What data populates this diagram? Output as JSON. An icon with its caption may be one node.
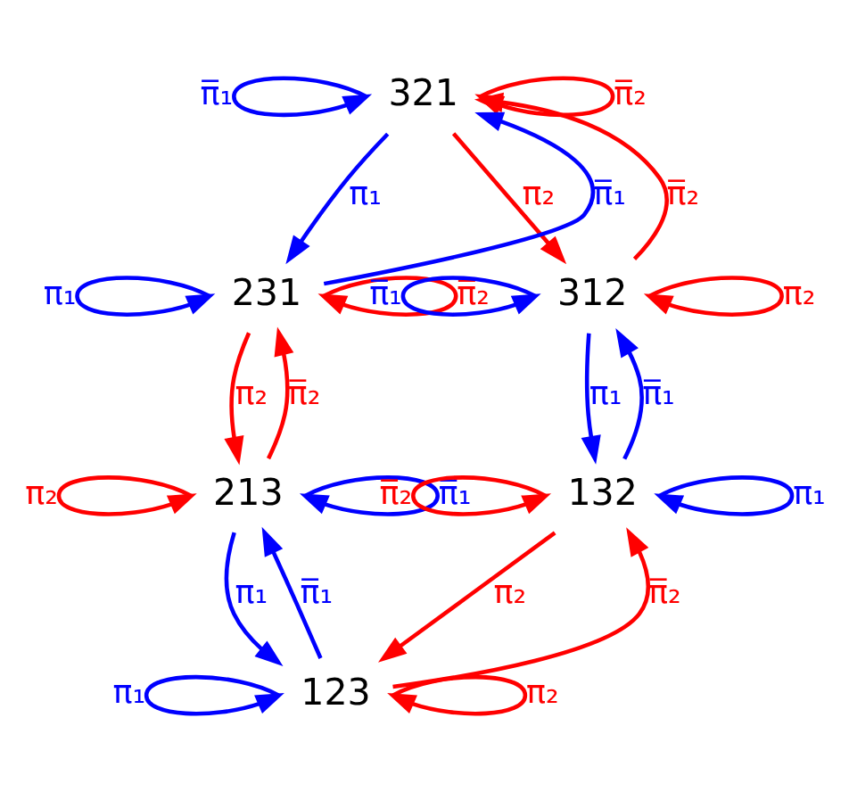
{
  "diagram": {
    "nodes": [
      {
        "text": [
          "321"
        ]
      },
      {
        "text": [
          "231"
        ]
      },
      {
        "text": [
          "312"
        ]
      },
      {
        "text": [
          "213"
        ]
      },
      {
        "text": [
          "132"
        ]
      },
      {
        "text": [
          "123"
        ]
      }
    ],
    "edges": [
      {
        "from": 0,
        "to": 0,
        "arrow": "to",
        "label": "π̅₁",
        "color": "#0000ff"
      },
      {
        "from": 0,
        "to": 0,
        "arrow": "to",
        "label": "π̅₂",
        "color": "#ff0000"
      },
      {
        "from": 0,
        "to": 1,
        "arrow": "to",
        "label": "π₁",
        "color": "#0000ff"
      },
      {
        "from": 1,
        "to": 0,
        "arrow": "to",
        "label": "π̅₁",
        "color": "#0000ff"
      },
      {
        "from": 2,
        "to": 0,
        "arrow": "to",
        "label": "π̅₂",
        "color": "#ff0000"
      },
      {
        "from": 0,
        "to": 2,
        "arrow": "to",
        "label": "π₂",
        "color": "#ff0000"
      },
      {
        "from": 1,
        "to": 1,
        "arrow": "to",
        "label": "π₁",
        "color": "#0000ff"
      },
      {
        "from": 1,
        "to": 1,
        "arrow": "to",
        "label": "π̅₂",
        "color": "#ff0000"
      },
      {
        "from": 2,
        "to": 2,
        "arrow": "to",
        "label": "π̅₁",
        "color": "#0000ff"
      },
      {
        "from": 2,
        "to": 2,
        "arrow": "to",
        "label": "π₂",
        "color": "#ff0000"
      },
      {
        "from": 1,
        "to": 3,
        "arrow": "to",
        "label": "π₂",
        "color": "#ff0000"
      },
      {
        "from": 3,
        "to": 1,
        "arrow": "to",
        "label": "π̅₂",
        "color": "#ff0000"
      },
      {
        "from": 4,
        "to": 2,
        "arrow": "to",
        "label": "π̅₁",
        "color": "#0000ff"
      },
      {
        "from": 2,
        "to": 4,
        "arrow": "to",
        "label": "π₁",
        "color": "#0000ff"
      },
      {
        "from": 3,
        "to": 3,
        "arrow": "to",
        "label": "π₂",
        "color": "#ff0000"
      },
      {
        "from": 3,
        "to": 3,
        "arrow": "to",
        "label": "π̅₁",
        "color": "#0000ff"
      },
      {
        "from": 4,
        "to": 4,
        "arrow": "to",
        "label": "π̅₂",
        "color": "#ff0000"
      },
      {
        "from": 4,
        "to": 4,
        "arrow": "to",
        "label": "π₁",
        "color": "#0000ff"
      },
      {
        "from": 3,
        "to": 5,
        "arrow": "to",
        "label": "π₁",
        "color": "#0000ff"
      },
      {
        "from": 5,
        "to": 3,
        "arrow": "to",
        "label": "π̅₁",
        "color": "#0000ff"
      },
      {
        "from": 5,
        "to": 4,
        "arrow": "to",
        "label": "π̅₂",
        "color": "#ff0000"
      },
      {
        "from": 4,
        "to": 5,
        "arrow": "to",
        "label": "π₂",
        "color": "#ff0000"
      },
      {
        "from": 5,
        "to": 5,
        "arrow": "to",
        "label": "π₁",
        "color": "#0000ff"
      },
      {
        "from": 5,
        "to": 5,
        "arrow": "to",
        "label": "π₂",
        "color": "#ff0000"
      }
    ]
  }
}
